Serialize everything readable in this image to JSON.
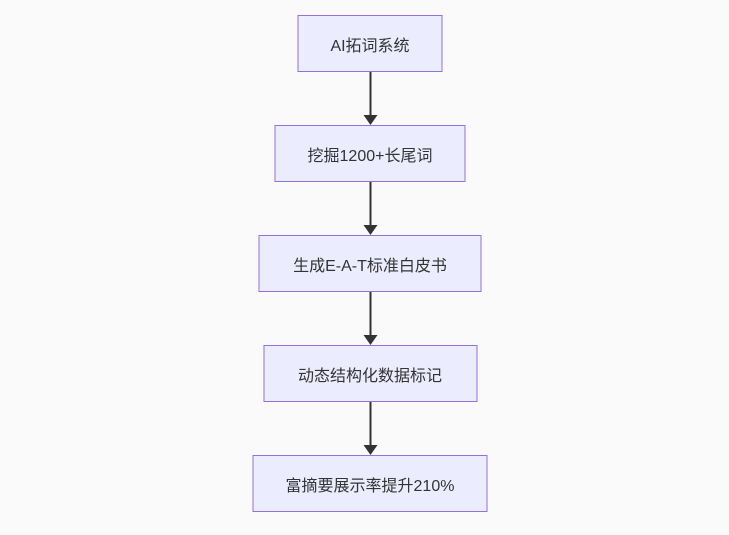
{
  "flowchart": {
    "type": "flowchart",
    "direction": "top-down",
    "nodes": [
      {
        "id": "step-1",
        "label": "AI拓词系统"
      },
      {
        "id": "step-2",
        "label": "挖掘1200+长尾词"
      },
      {
        "id": "step-3",
        "label": "生成E-A-T标准白皮书"
      },
      {
        "id": "step-4",
        "label": "动态结构化数据标记"
      },
      {
        "id": "step-5",
        "label": "富摘要展示率提升210%"
      }
    ],
    "edges": [
      {
        "from": "step-1",
        "to": "step-2"
      },
      {
        "from": "step-2",
        "to": "step-3"
      },
      {
        "from": "step-3",
        "to": "step-4"
      },
      {
        "from": "step-4",
        "to": "step-5"
      }
    ],
    "colors": {
      "node_fill": "#ECECFF",
      "node_border": "#9370DB",
      "arrow": "#333333",
      "text": "#333333",
      "background": "#FAFAFA"
    }
  }
}
